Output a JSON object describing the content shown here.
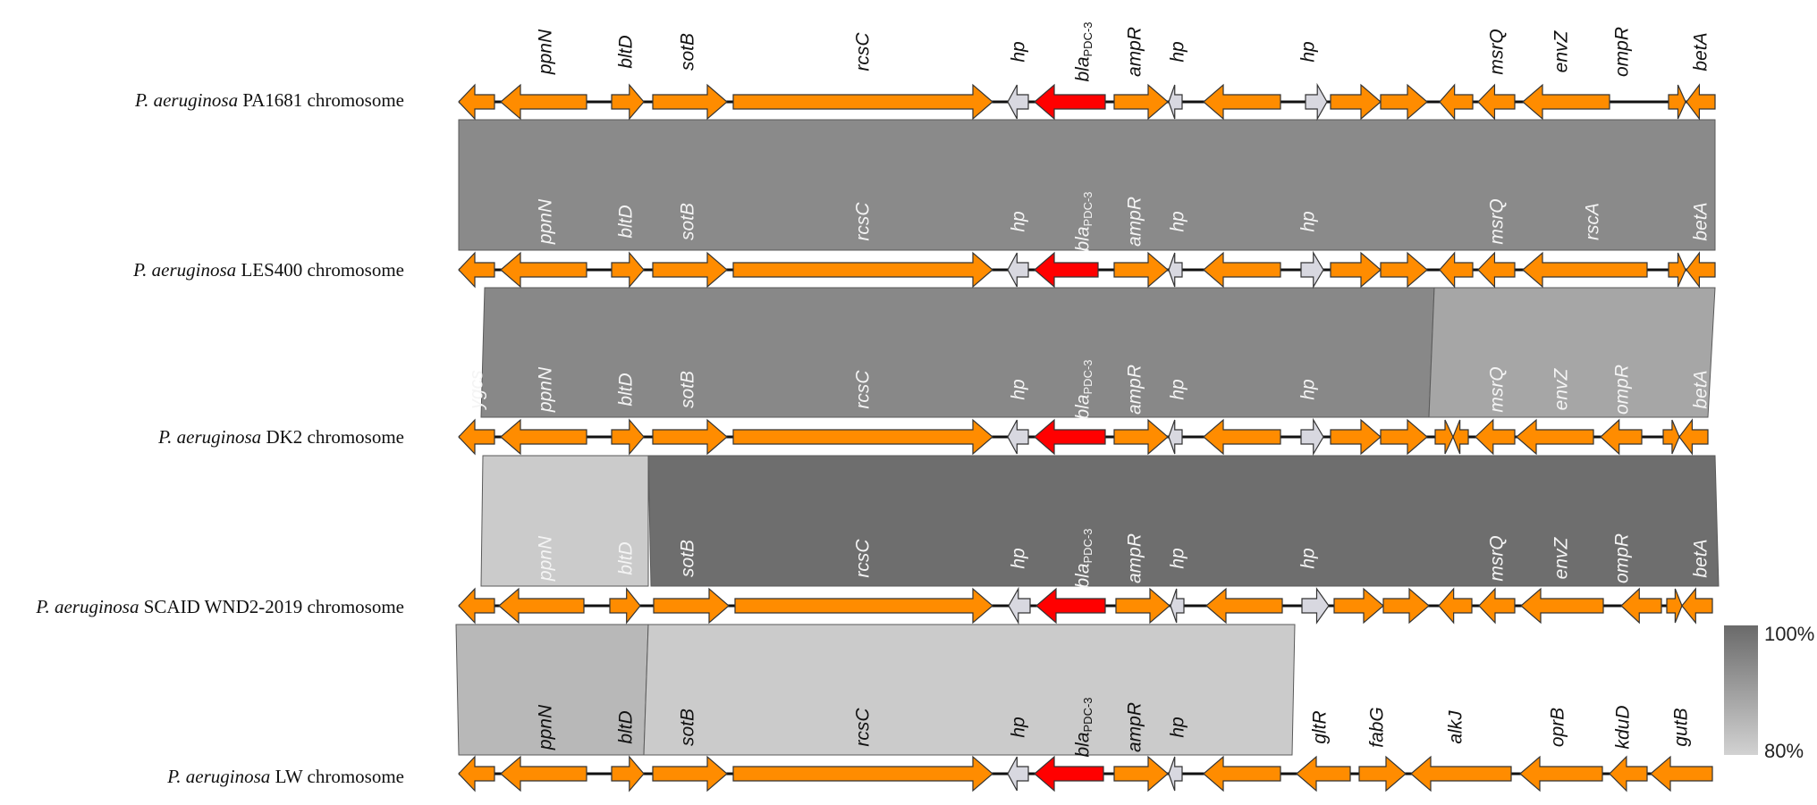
{
  "chromosomes": [
    {
      "species": "P. aeruginosa",
      "strain": "PA1681 chromosome"
    },
    {
      "species": "P. aeruginosa",
      "strain": "LES400 chromosome"
    },
    {
      "species": "P. aeruginosa",
      "strain": "DK2 chromosome"
    },
    {
      "species": "P. aeruginosa",
      "strain": "SCAID WND2-2019 chromosome"
    },
    {
      "species": "P. aeruginosa",
      "strain": "LW chromosome"
    }
  ],
  "gene_labels": {
    "ppnN": "ppnN",
    "bltD": "bltD",
    "sotB": "sotB",
    "rcsC": "rcsC",
    "hp": "hp",
    "bla": "bla",
    "bla_sub": "PDC-3",
    "ampR": "ampR",
    "msrQ": "msrQ",
    "envZ": "envZ",
    "ompR": "ompR",
    "betA": "betA",
    "rscA": "rscA",
    "ygcs": "ygcs",
    "gltR": "gltR",
    "fabG": "fabG",
    "alkJ": "alkJ",
    "oprB": "oprB",
    "kduD": "kduD",
    "gutB": "gutB"
  },
  "label_rows": [
    [
      "ppnN",
      "bltD",
      "sotB",
      "rcsC",
      "hp",
      "bla",
      "ampR",
      "hp",
      "hp",
      "msrQ",
      "envZ",
      "ompR",
      "betA"
    ],
    [
      "ppnN",
      "bltD",
      "sotB",
      "rcsC",
      "hp",
      "bla",
      "ampR",
      "hp",
      "hp",
      "msrQ",
      "rscA",
      "betA"
    ],
    [
      "ygcs",
      "ppnN",
      "bltD",
      "sotB",
      "rcsC",
      "hp",
      "bla",
      "ampR",
      "hp",
      "hp",
      "msrQ",
      "envZ",
      "ompR",
      "betA"
    ],
    [
      "ppnN",
      "bltD",
      "sotB",
      "rcsC",
      "hp",
      "bla",
      "ampR",
      "hp",
      "hp",
      "msrQ",
      "envZ",
      "ompR",
      "betA"
    ],
    [
      "ppnN",
      "bltD",
      "sotB",
      "rcsC",
      "hp",
      "bla",
      "ampR",
      "hp",
      "gltR",
      "fabG",
      "alkJ",
      "oprB",
      "kduD",
      "gutB"
    ]
  ],
  "identity_scale": {
    "max_label": "100%",
    "min_label": "80%",
    "max_color": "#6a6a6a",
    "min_color": "#d2d2d2"
  },
  "colors": {
    "gene": "#ff8c00",
    "bla_gene": "#ff0000",
    "hypothetical": "#d8d8e0",
    "outline": "#333333",
    "backbone": "#111111"
  }
}
